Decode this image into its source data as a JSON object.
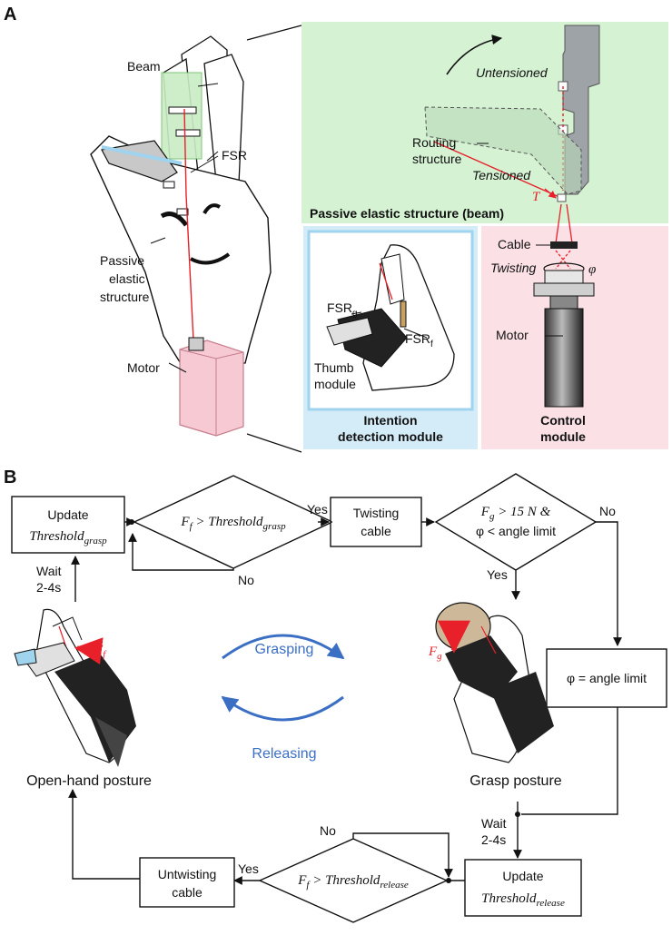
{
  "panel_a": {
    "letter": "A",
    "hand_labels": {
      "beam": "Beam",
      "fsr": "FSR",
      "passive_line1": "Passive",
      "passive_line2": "elastic",
      "passive_line3": "structure",
      "motor": "Motor"
    },
    "beam_box": {
      "untensioned": "Untensioned",
      "routing_line1": "Routing",
      "routing_line2": "structure",
      "tensioned": "Tensioned",
      "tension_symbol": "T",
      "caption": "Passive elastic structure (beam)"
    },
    "intention_box": {
      "fsr_g_main": "FSR",
      "fsr_g_sub": "g",
      "fsr_f_main": "FSR",
      "fsr_f_sub": "f",
      "thumb_line1": "Thumb",
      "thumb_line2": "module",
      "caption_line1": "Intention",
      "caption_line2": "detection module"
    },
    "control_box": {
      "cable": "Cable",
      "twisting": "Twisting",
      "phi": "φ",
      "motor": "Motor",
      "caption_line1": "Control",
      "caption_line2": "module"
    },
    "colors": {
      "green": "#d5f2d3",
      "blue_border": "#9fd3ee",
      "blue_fill": "#d4ecf8",
      "pink": "#fbe1e6",
      "red": "#e8202a"
    }
  },
  "panel_b": {
    "letter": "B",
    "update_grasp": {
      "line1": "Update",
      "line2": "Threshold",
      "line2_sub": "grasp"
    },
    "wait_top": {
      "line1": "Wait",
      "line2": "2-4s"
    },
    "decision1": {
      "lhs": "F",
      "lhs_sub": "f",
      "op": " > ",
      "rhs": "Threshold",
      "rhs_sub": "grasp"
    },
    "yes1": "Yes",
    "no1": "No",
    "twisting_cable": {
      "line1": "Twisting",
      "line2": "cable"
    },
    "decision2": {
      "line1": "F",
      "line1_sub": "g",
      "line1_rest": " > 15 N &",
      "line2": "φ < angle limit"
    },
    "no2": "No",
    "yes2": "Yes",
    "phi_limit": "φ = angle limit",
    "fg_label": "F",
    "fg_sub": "g",
    "ff_label": "F",
    "ff_sub": "f",
    "grasping": "Grasping",
    "releasing": "Releasing",
    "open_posture": "Open-hand posture",
    "grasp_posture": "Grasp posture",
    "wait_bottom": {
      "line1": "Wait",
      "line2": "2-4s"
    },
    "update_release": {
      "line1": "Update",
      "line2": "Threshold",
      "line2_sub": "release"
    },
    "decision3": {
      "lhs": "F",
      "lhs_sub": "f",
      "op": " > ",
      "rhs": "Threshold",
      "rhs_sub": "release"
    },
    "no3": "No",
    "yes3": "Yes",
    "untwisting_cable": {
      "line1": "Untwisting",
      "line2": "cable"
    },
    "colors": {
      "arrow_blue": "#3b6fc4",
      "red": "#e8202a"
    }
  }
}
